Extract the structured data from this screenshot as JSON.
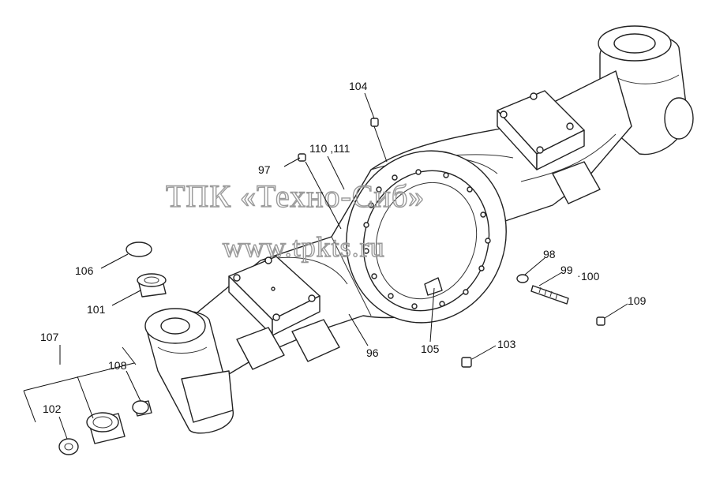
{
  "watermark": {
    "line1": "ТПК «Техно-Сиб»",
    "line2": "www.tpkts.ru"
  },
  "labels": {
    "l104": "104",
    "l110_111": "110 ,111",
    "l97": "97",
    "l106": "106",
    "l101": "101",
    "l107": "107",
    "l108": "108",
    "l102": "102",
    "l96": "96",
    "l105": "105",
    "l103": "103",
    "l98": "98",
    "l99": "99",
    "l100": "100",
    "l109": "109"
  }
}
